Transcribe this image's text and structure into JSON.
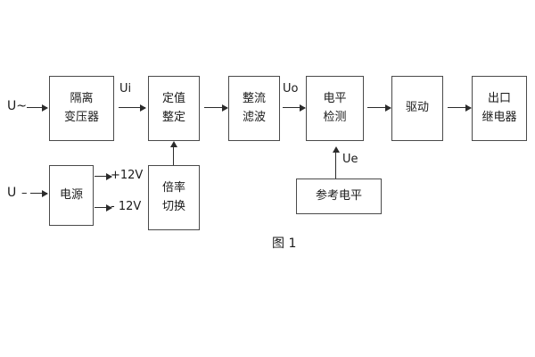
{
  "figure": {
    "caption": "图 1",
    "title_blocks": {
      "isolation_transformer": {
        "line1": "隔离",
        "line2": "变压器"
      },
      "setting_value": {
        "line1": "定值",
        "line2": "整定"
      },
      "rectify_filter": {
        "line1": "整流",
        "line2": "滤波"
      },
      "level_detect": {
        "line1": "电平",
        "line2": "检测"
      },
      "drive": {
        "line1": "驱动",
        "line2": ""
      },
      "output_relay": {
        "line1": "出口",
        "line2": "继电器"
      },
      "power_supply": {
        "line1": "电源",
        "line2": ""
      },
      "multiplier_switch": {
        "line1": "倍率",
        "line2": "切换"
      },
      "reference_level": {
        "line1": "参考电平",
        "line2": ""
      }
    },
    "signal_labels": {
      "ac_input": "U~",
      "dc_input": "U",
      "dc_input_dash": "–",
      "ui": "Ui",
      "uo": "Uo",
      "ue": "Ue",
      "supply_positive": "+12V",
      "supply_negative": "- 12V"
    },
    "colors": {
      "box_border": "#4a4a4a",
      "line": "#2b2b2b",
      "text": "#1b1b1b",
      "background": "#ffffff"
    }
  }
}
